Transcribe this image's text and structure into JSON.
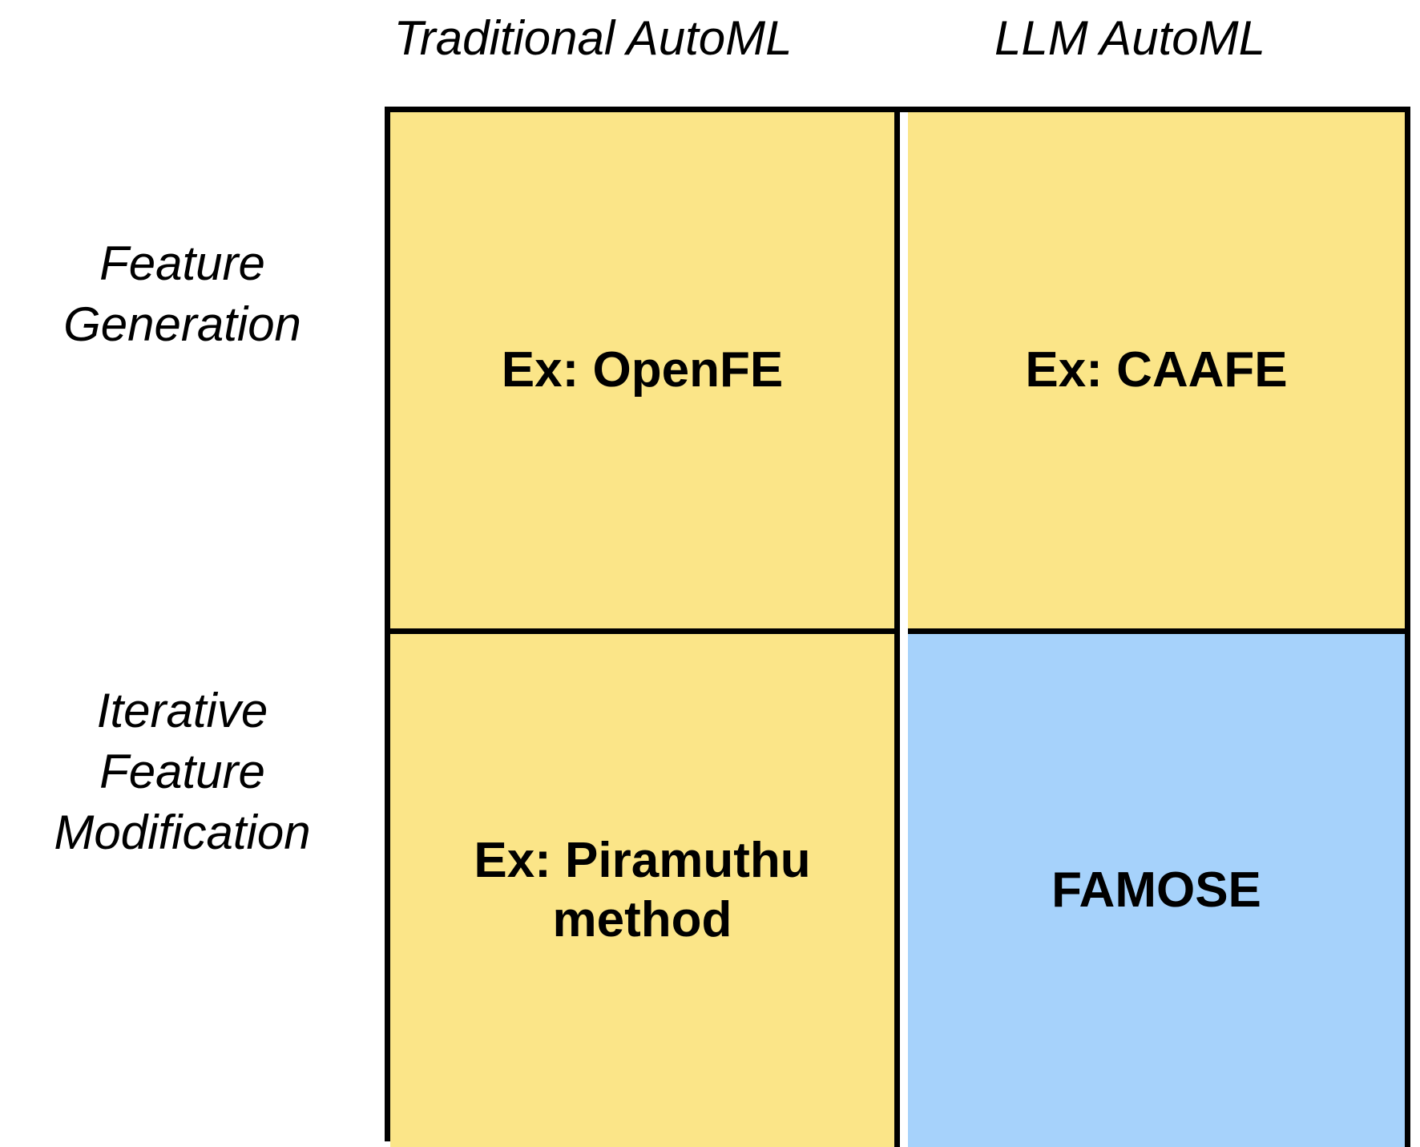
{
  "figure": {
    "type": "2x2 matrix diagram",
    "columns": [
      {
        "label": "Traditional AutoML"
      },
      {
        "label": "LLM AutoML"
      }
    ],
    "rows": [
      {
        "label_lines": [
          "Feature",
          "Generation"
        ]
      },
      {
        "label_lines": [
          "Iterative",
          "Feature",
          "Modification"
        ]
      }
    ],
    "cells": [
      {
        "id": "feature-generation-traditional-automl",
        "text_lines": [
          "Ex: OpenFE"
        ],
        "fill": "#FBE588"
      },
      {
        "id": "feature-generation-llm-automl",
        "text_lines": [
          "Ex: CAAFE"
        ],
        "fill": "#FBE588"
      },
      {
        "id": "iterative-feature-modification-traditional-automl",
        "text_lines": [
          "Ex: Piramuthu",
          "method"
        ],
        "fill": "#FBE588"
      },
      {
        "id": "iterative-feature-modification-llm-automl",
        "text_lines": [
          "FAMOSE"
        ],
        "fill": "#A6D2FB"
      }
    ],
    "colors": {
      "yellow": "#FBE588",
      "blue": "#A6D2FB",
      "border": "#000000",
      "background": "#FFFFFF",
      "text": "#000000"
    }
  }
}
